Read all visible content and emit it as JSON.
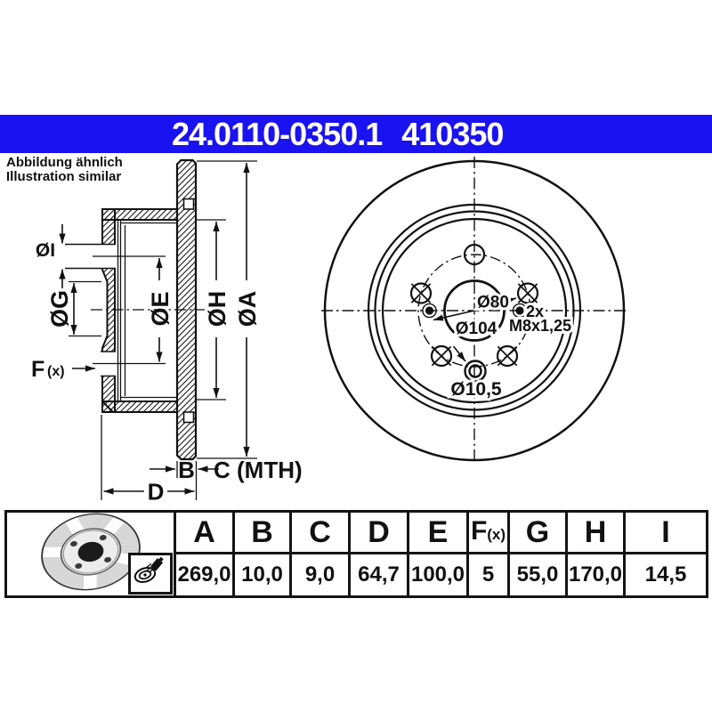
{
  "header": {
    "part_number": "24.0110-0350.1",
    "catalog_number": "410350",
    "bar_color": "#1a12f0",
    "text_color": "#ffffff"
  },
  "note": {
    "line1": "Abbildung ähnlich",
    "line2": "Illustration similar"
  },
  "section_view": {
    "dia_a": "ØA",
    "dia_h": "ØH",
    "dia_e": "ØE",
    "dia_g": "ØG",
    "dia_i": "ØI",
    "f_label": "F",
    "f_sub": "(x)",
    "b_label": "B",
    "c_label": "C (MTH)",
    "d_label": "D"
  },
  "front_view": {
    "center_bore": "Ø80",
    "pitch_circle": "Ø104",
    "thread_count": "2x",
    "thread_spec": "M8x1,25",
    "bolt_hole_dia": "Ø10,5"
  },
  "dimensions_table": {
    "columns": [
      {
        "label": "A",
        "sub": "",
        "value": "269,0"
      },
      {
        "label": "B",
        "sub": "",
        "value": "10,0"
      },
      {
        "label": "C",
        "sub": "",
        "value": "9,0"
      },
      {
        "label": "D",
        "sub": "",
        "value": "64,7"
      },
      {
        "label": "E",
        "sub": "",
        "value": "100,0"
      },
      {
        "label": "F",
        "sub": "(x)",
        "value": "5"
      },
      {
        "label": "G",
        "sub": "",
        "value": "55,0"
      },
      {
        "label": "H",
        "sub": "",
        "value": "170,0"
      },
      {
        "label": "I",
        "sub": "",
        "value": "14,5"
      }
    ]
  },
  "icons": {
    "photo": "brake-disc-illustration",
    "coating": "spray-coating-icon"
  },
  "colors": {
    "line": "#111111"
  }
}
